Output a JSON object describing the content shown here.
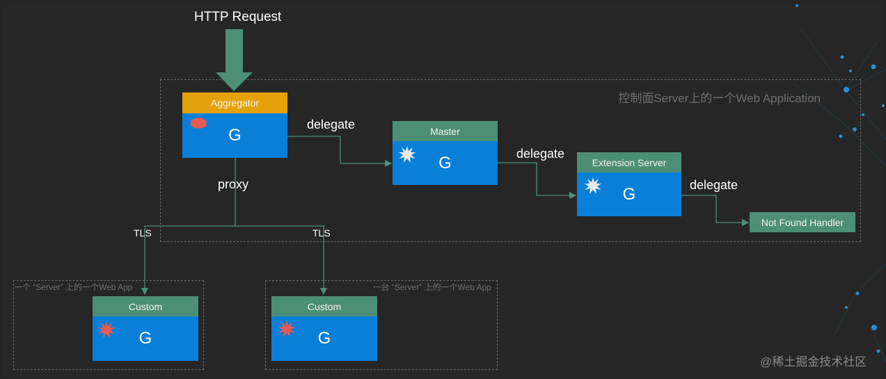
{
  "request_label": "HTTP Request",
  "control_plane_region_label": "控制面Server上的一个Web Application",
  "custom_region_1_label": "一个 “Server” 上的一个Web App",
  "custom_region_2_label": "一台 “Server” 上的一个Web App",
  "aggregator": {
    "header": "Aggregator",
    "body": "G"
  },
  "master": {
    "header": "Master",
    "body": "G"
  },
  "extension_server": {
    "header": "Extension Server",
    "body": "G"
  },
  "not_found_handler": "Not Found Handler",
  "custom_1": {
    "header": "Custom",
    "body": "G"
  },
  "custom_2": {
    "header": "Custom",
    "body": "G"
  },
  "edges": {
    "delegate_1": "delegate",
    "delegate_2": "delegate",
    "delegate_3": "delegate",
    "proxy": "proxy",
    "tls_1": "TLS",
    "tls_2": "TLS"
  },
  "watermark": "@稀土掘金技术社区",
  "colors": {
    "background": "#262626",
    "box_body": "#0a7fd8",
    "header_green": "#4d8e76",
    "header_orange": "#e5a10a",
    "arrow_green": "#4d8e76",
    "burst_red": "#e85a4f",
    "burst_white": "#e8e8e8"
  }
}
